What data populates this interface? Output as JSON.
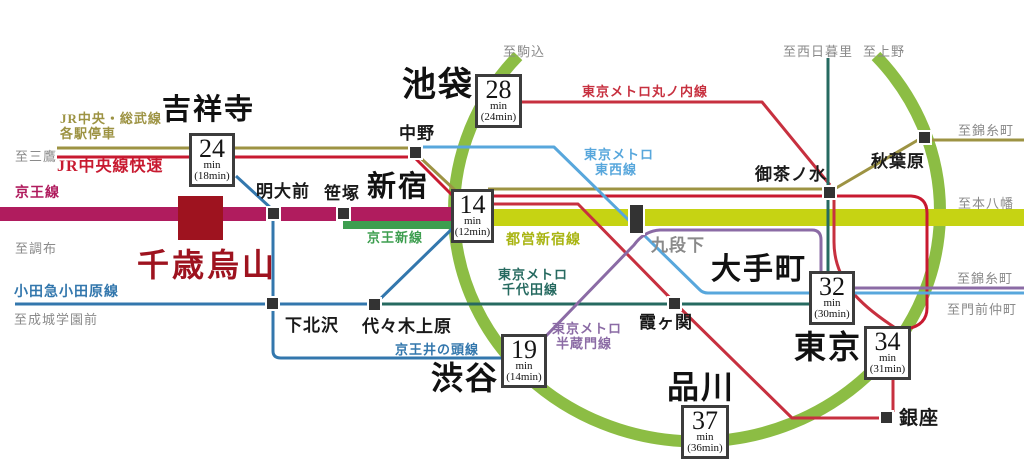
{
  "home_station": {
    "name": "千歳烏山"
  },
  "badges": [
    {
      "station": "吉祥寺",
      "minutes": "24",
      "unit": "min",
      "note": "(18min)"
    },
    {
      "station": "池袋",
      "minutes": "28",
      "unit": "min",
      "note": "(24min)"
    },
    {
      "station": "新宿",
      "minutes": "14",
      "unit": "min",
      "note": "(12min)"
    },
    {
      "station": "大手町",
      "minutes": "32",
      "unit": "min",
      "note": "(30min)"
    },
    {
      "station": "東京",
      "minutes": "34",
      "unit": "min",
      "note": "(31min)"
    },
    {
      "station": "渋谷",
      "minutes": "19",
      "unit": "min",
      "note": "(14min)"
    },
    {
      "station": "品川",
      "minutes": "37",
      "unit": "min",
      "note": "(36min)"
    }
  ],
  "stations": {
    "nakano": "中野",
    "meidaimae": "明大前",
    "sasazuka": "笹塚",
    "shimokitazawa": "下北沢",
    "yoyogiuehara": "代々木上原",
    "ochanomizu": "御茶ノ水",
    "akihabara": "秋葉原",
    "kudanshita": "九段下",
    "kasumigaseki": "霞ヶ関",
    "ginza": "銀座"
  },
  "lines": {
    "jr_sobu": {
      "label_1": "JR中央・総武線",
      "label_2": "各駅停車",
      "color": "#9d9343"
    },
    "jr_rapid": {
      "label": "JR中央線快速",
      "color": "#c81a30"
    },
    "keio": {
      "label": "京王線",
      "color": "#b01c5e"
    },
    "keio_new": {
      "label": "京王新線",
      "color": "#3d9e4f"
    },
    "odakyu": {
      "label": "小田急小田原線",
      "color": "#3377ad"
    },
    "inokashira": {
      "label": "京王井の頭線",
      "color": "#3377ad"
    },
    "toei_shinjuku": {
      "label": "都営新宿線",
      "color": "#c6d313",
      "label_color": "#a9b513"
    },
    "marunouchi": {
      "label": "東京メトロ丸ノ内線",
      "color": "#c7303f"
    },
    "tozai": {
      "label_1": "東京メトロ",
      "label_2": "東西線",
      "color": "#58a7dc"
    },
    "chiyoda": {
      "label_1": "東京メトロ",
      "label_2": "千代田線",
      "color": "#266a60"
    },
    "hanzomon": {
      "label_1": "東京メトロ",
      "label_2": "半蔵門線",
      "color": "#8b6ba5"
    },
    "yamanote": {
      "color": "#8cbd44"
    }
  },
  "edge_labels": {
    "mitaka": "至三鷹",
    "chofu": "至調布",
    "seijogakuenmae": "至成城学園前",
    "komagome": "至駒込",
    "nishinippori": "至西日暮里",
    "ueno": "至上野",
    "kinshicho_top": "至錦糸町",
    "motoyawata": "至本八幡",
    "kinshicho_right": "至錦糸町",
    "monzennakacho": "至門前仲町"
  },
  "colors": {
    "home_accent": "#9e131f",
    "station_square": "#333333",
    "badge_border": "#3c3c3c",
    "edge_text": "#8a8a8a"
  }
}
